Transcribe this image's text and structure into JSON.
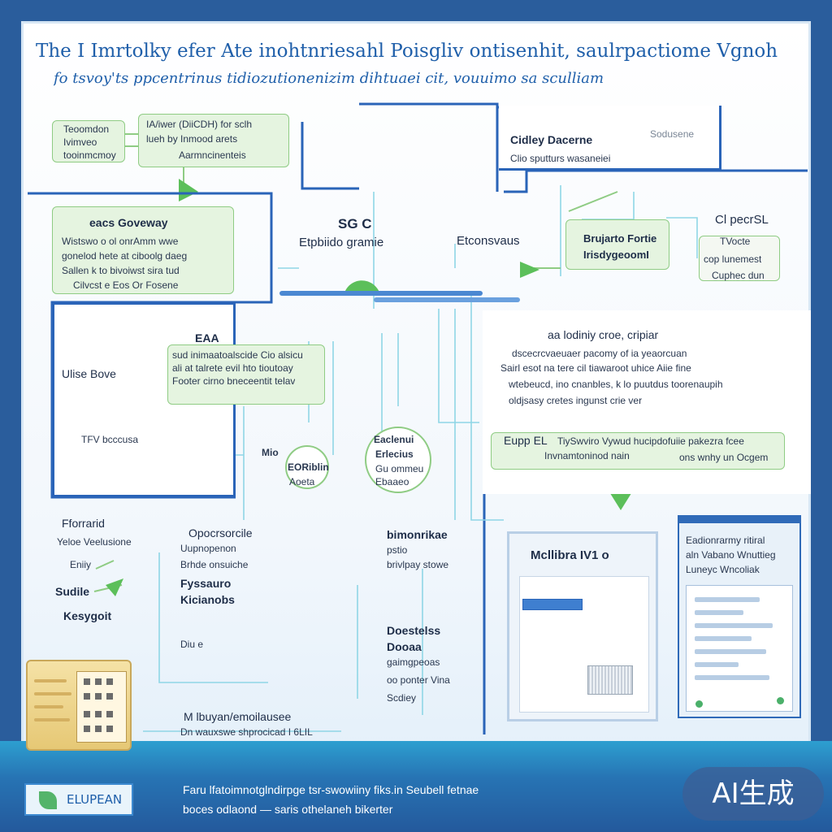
{
  "header": {
    "title": "The I Imrtolky efer Ate inohtnriesahl Poisgliv ontisenhit, saulrpactiome Vgnoh",
    "subtitle": "fo tsvoy'ts ppcentrinus tidiozutionenizim dihtuaei cit, vouuimo sa sculliam"
  },
  "nodes": {
    "top_left": {
      "lines": [
        "Teoomdon",
        "Ivimveo",
        "tooinmcmoy"
      ]
    },
    "top_left_note": {
      "lines": [
        "IA/iwer (DiiCDH) for sclh",
        "lueh by Inmood arets",
        "Aarmncinenteis"
      ]
    },
    "top_right": {
      "title": "Cidley Dacerne",
      "sub": "Clio sputturs wasaneiei",
      "tag": "Sodusene"
    },
    "gateway": {
      "title": "eacs Goveway",
      "lines": [
        "Wistswo o ol onrAmm wwe",
        "gonelod hete at ciboolg daeg",
        "Sallen k to bivoiwst sira tud",
        "Cilvcst e Eos Or Fosene"
      ]
    },
    "center_a": {
      "title": "SG C",
      "sub": "Etpbiido gramie"
    },
    "center_b": {
      "title": "Etconsvaus"
    },
    "center_c": {
      "title": "Brujarto Fortie",
      "sub": "IrisdygeoomI"
    },
    "right_c": {
      "title": "Cl pecrSL",
      "lines": [
        "TVocte",
        "cop lunemest",
        "Cuphec dun"
      ]
    },
    "left_b": {
      "title": "Ulise Bove",
      "foot": "TFV bcccusa"
    },
    "mid_b": {
      "title": "EAA",
      "lines": [
        "sud inimaatoalscide Cio alsicu",
        "ali at talrete evil hto tioutoay",
        "Footer cirno bneceentit telav"
      ]
    },
    "right_b": {
      "title": "aa lodiniy croe, cripiar",
      "lines": [
        "dscecrcvaeuaer pacomy of ia yeaorcuan",
        "Sairl esot na tere cil tiawaroot uhice Aiie fine",
        "wtebeucd, ino cnanbles, k lo puutdus toorenaupih",
        "oldjsasy cretes ingunst crie ver"
      ]
    },
    "right_b2": {
      "title": "Eupp EL",
      "lines": [
        "TiySwviro Vywud hucipdofuiie pakezra fcee",
        "Invnamtoninod nain",
        "ons wnhy un Ocgem"
      ]
    },
    "mid_small": {
      "a": "Mio",
      "b": "EORiblin",
      "c": "Aoeta"
    },
    "mid_small2": {
      "a": "Eaclenui",
      "b": "Erlecius",
      "c": "Gu ommeu",
      "d": "Ebaaeo"
    },
    "left_c": {
      "lines": [
        "Fforrarid",
        "Yeloe Veelusione",
        "Eniiy",
        "Sudile",
        "Kesygoit"
      ]
    },
    "col_c": {
      "lines": [
        "Opocrsorcile",
        "Uupnopenon",
        "Brhde onsuiche",
        "Fyssauro",
        "Kicianobs",
        "Diu e"
      ]
    },
    "col_d": {
      "lines": [
        "bimonrikae",
        "pstio",
        "brivlpay stowe"
      ]
    },
    "col_e": {
      "lines": [
        "Doestelss",
        "Dooaa",
        "gaimgpeoas",
        "oo ponter Vina",
        "Scdiey"
      ]
    },
    "bottom_note": {
      "lines": [
        "M lbuyan/emoilausee",
        "Dn wauxswe shprocicad I 6LIL"
      ]
    },
    "screen": {
      "title": "Mcllibra IV1 o"
    },
    "win": {
      "lines": [
        "Eadionrarmy ritiral",
        "aln Vabano Wnuttieg",
        "Luneyc Wncoliak"
      ]
    }
  },
  "footer": {
    "logo": "ELUPEAN",
    "line1": "Faru lfatoimnotglndirpge tsr-swowiiny fiks.in Seubell fetnae",
    "line2": "boces odlaond — saris othelaneh bikerter",
    "badge": "AI生成"
  }
}
